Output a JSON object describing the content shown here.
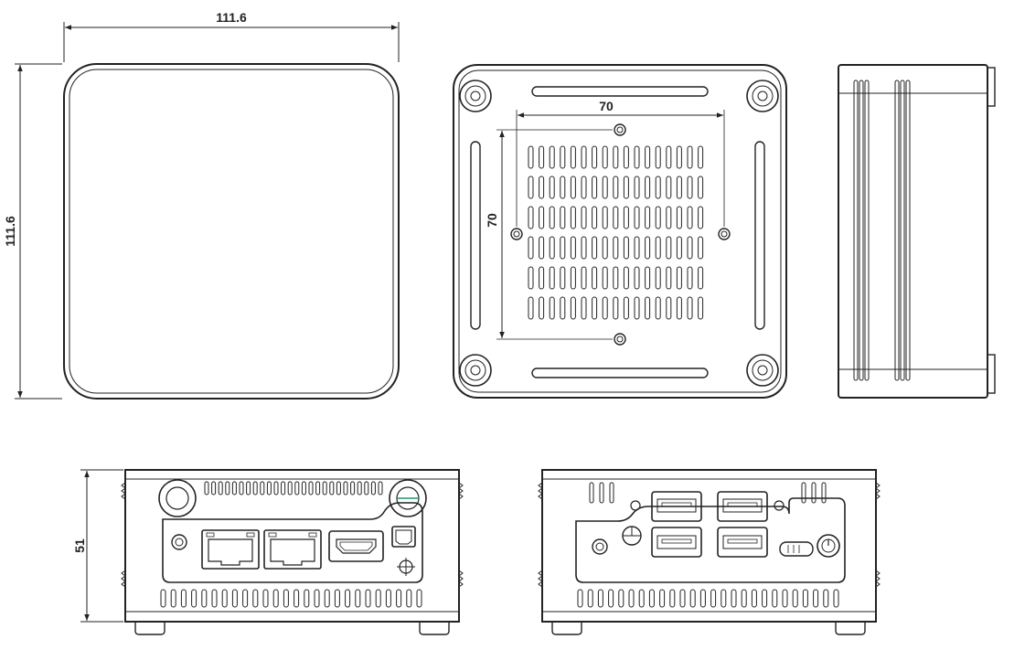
{
  "colors": {
    "line": "#222222",
    "background": "#ffffff",
    "accent": "#1a9a6a"
  },
  "dimensions": {
    "top_width": "111.6",
    "top_height": "111.6",
    "mount_width": "70",
    "mount_height": "70",
    "front_height": "51"
  },
  "views": {
    "top": "top-view",
    "bottom": "bottom-view-vesa",
    "side": "side-view",
    "front": "front-io-panel",
    "rear": "rear-io-panel"
  },
  "front_ports": [
    "power-button-icon",
    "audio-jack-icon",
    "ethernet-port-icon",
    "ethernet-port-icon",
    "hdmi-port-icon",
    "mini-displayport-icon",
    "ground-screw-icon"
  ],
  "rear_ports": [
    "audio-jack-icon",
    "dc-in-icon",
    "usb-a-port-icon",
    "usb-a-port-icon",
    "usb-a-port-icon",
    "usb-a-port-icon",
    "lock-slot-icon",
    "power-button-icon"
  ]
}
